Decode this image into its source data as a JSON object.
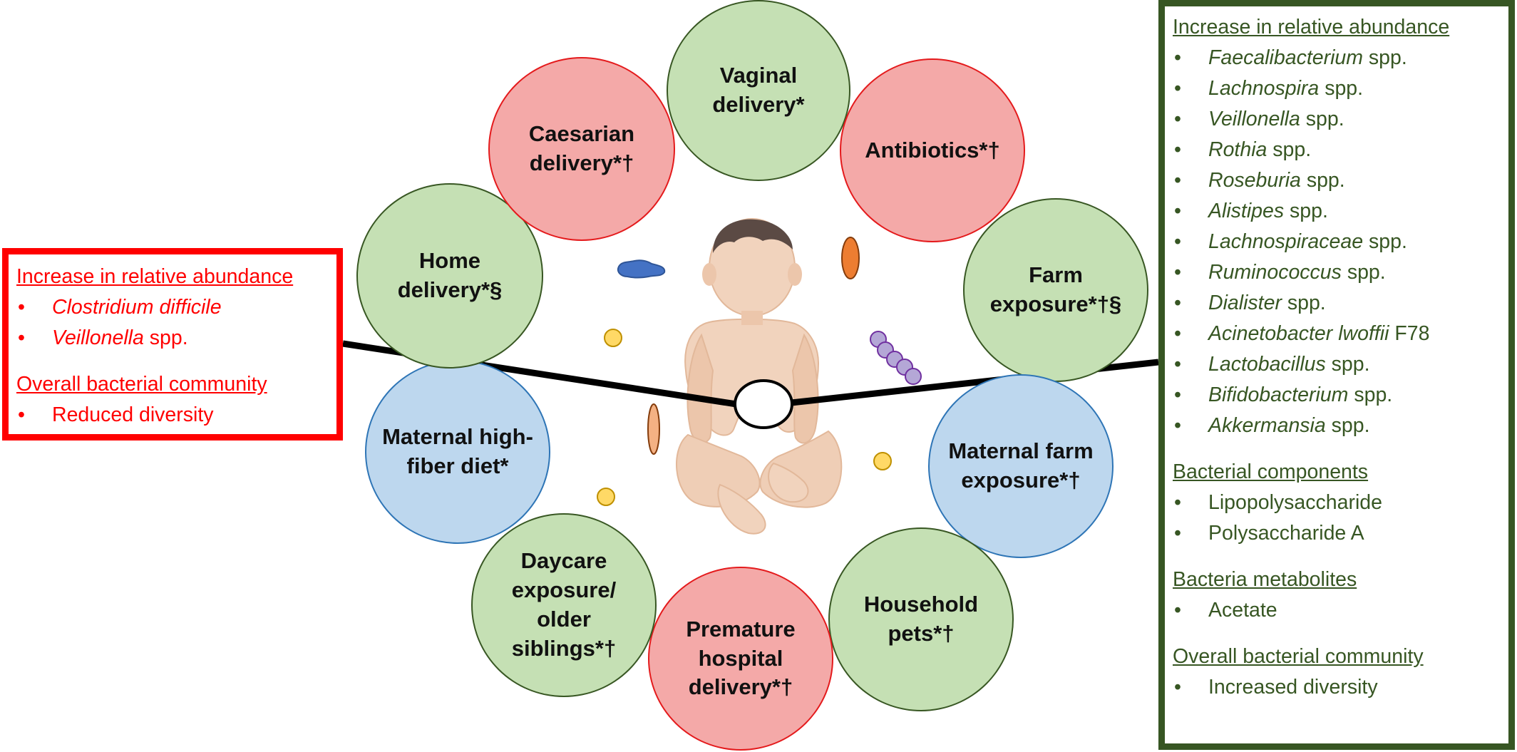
{
  "factors": {
    "vaginal": {
      "label": [
        "Vaginal",
        "delivery*"
      ],
      "color": "green"
    },
    "antibiotics": {
      "label": [
        "Antibiotics*†"
      ],
      "color": "red"
    },
    "farm": {
      "label": [
        "Farm",
        "exposure*†§"
      ],
      "color": "green"
    },
    "maternal_farm": {
      "label": [
        "Maternal farm",
        "exposure*†"
      ],
      "color": "blue"
    },
    "pets": {
      "label": [
        "Household",
        "pets*†"
      ],
      "color": "green"
    },
    "premature": {
      "label": [
        "Premature",
        "hospital",
        "delivery*†"
      ],
      "color": "red"
    },
    "daycare": {
      "label": [
        "Daycare",
        "exposure/",
        "older",
        "siblings*†"
      ],
      "color": "green"
    },
    "fiber": {
      "label": [
        "Maternal high-",
        "fiber diet*"
      ],
      "color": "blue"
    },
    "home": {
      "label": [
        "Home",
        "delivery*§"
      ],
      "color": "green"
    },
    "caesarian": {
      "label": [
        "Caesarian",
        "delivery*†"
      ],
      "color": "red"
    }
  },
  "left_panel": {
    "heading1": "Increase in relative abundance",
    "taxa": [
      {
        "genus": "Clostridium difficile",
        "suffix": ""
      },
      {
        "genus": "Veillonella",
        "suffix": " spp."
      }
    ],
    "heading2": "Overall bacterial community",
    "community": "Reduced diversity"
  },
  "right_panel": {
    "heading1": "Increase in relative abundance",
    "taxa": [
      {
        "genus": "Faecalibacterium",
        "suffix": " spp."
      },
      {
        "genus": "Lachnospira",
        "suffix": " spp."
      },
      {
        "genus": "Veillonella",
        "suffix": " spp."
      },
      {
        "genus": "Rothia",
        "suffix": " spp."
      },
      {
        "genus": "Roseburia",
        "suffix": " spp."
      },
      {
        "genus": "Alistipes",
        "suffix": " spp."
      },
      {
        "genus": "Lachnospiraceae",
        "suffix": " spp."
      },
      {
        "genus": "Ruminococcus",
        "suffix": " spp."
      },
      {
        "genus": "Dialister",
        "suffix": " spp."
      },
      {
        "genus": "Acinetobacter lwoffii",
        "suffix": " F78"
      },
      {
        "genus": "Lactobacillus",
        "suffix": " spp."
      },
      {
        "genus": "Bifidobacterium",
        "suffix": " spp."
      },
      {
        "genus": "Akkermansia",
        "suffix": " spp."
      }
    ],
    "heading2": "Bacterial components",
    "components": [
      "Lipopolysaccharide",
      "Polysaccharide A"
    ],
    "heading3": "Bacteria metabolites",
    "metabolites": [
      "Acetate"
    ],
    "heading4": "Overall bacterial community",
    "community": "Increased diversity"
  },
  "colors": {
    "green_fill": "#c5e0b4",
    "green_line": "#385723",
    "red_fill": "#f4a9a8",
    "red_line": "#e41a1c",
    "blue_fill": "#bdd7ee",
    "blue_line": "#2e75b6",
    "left_panel": "#ff0000",
    "right_panel": "#375623",
    "coccus": "#ffd966",
    "rod_orange": "#ed7d31",
    "rod_peach": "#f4b183",
    "strep": "#b4a7d6",
    "blob": "#4472c4",
    "skin": "#f1d3bd",
    "hair": "#5b4a44"
  },
  "icons": [
    "infant-illustration",
    "bacteria-icons"
  ]
}
